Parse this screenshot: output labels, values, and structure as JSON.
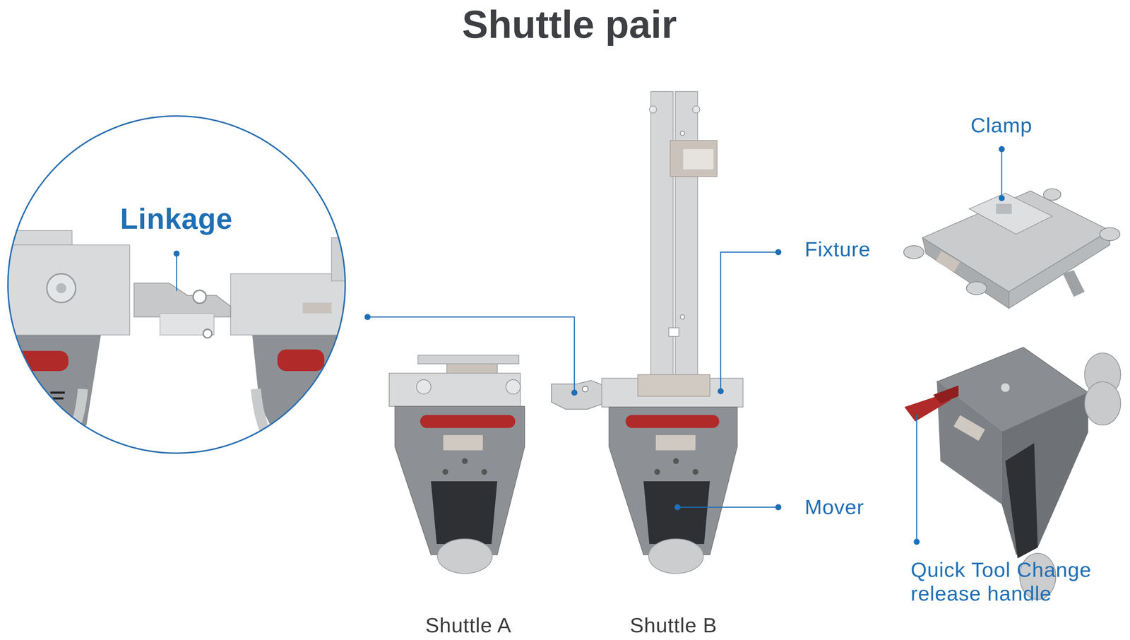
{
  "diagram": {
    "title": "Shuttle pair",
    "labels": [
      "Linkage",
      "Fixture",
      "Mover",
      "Clamp",
      "Quick Tool Change release handle",
      "Shuttle A",
      "Shuttle B"
    ]
  }
}
